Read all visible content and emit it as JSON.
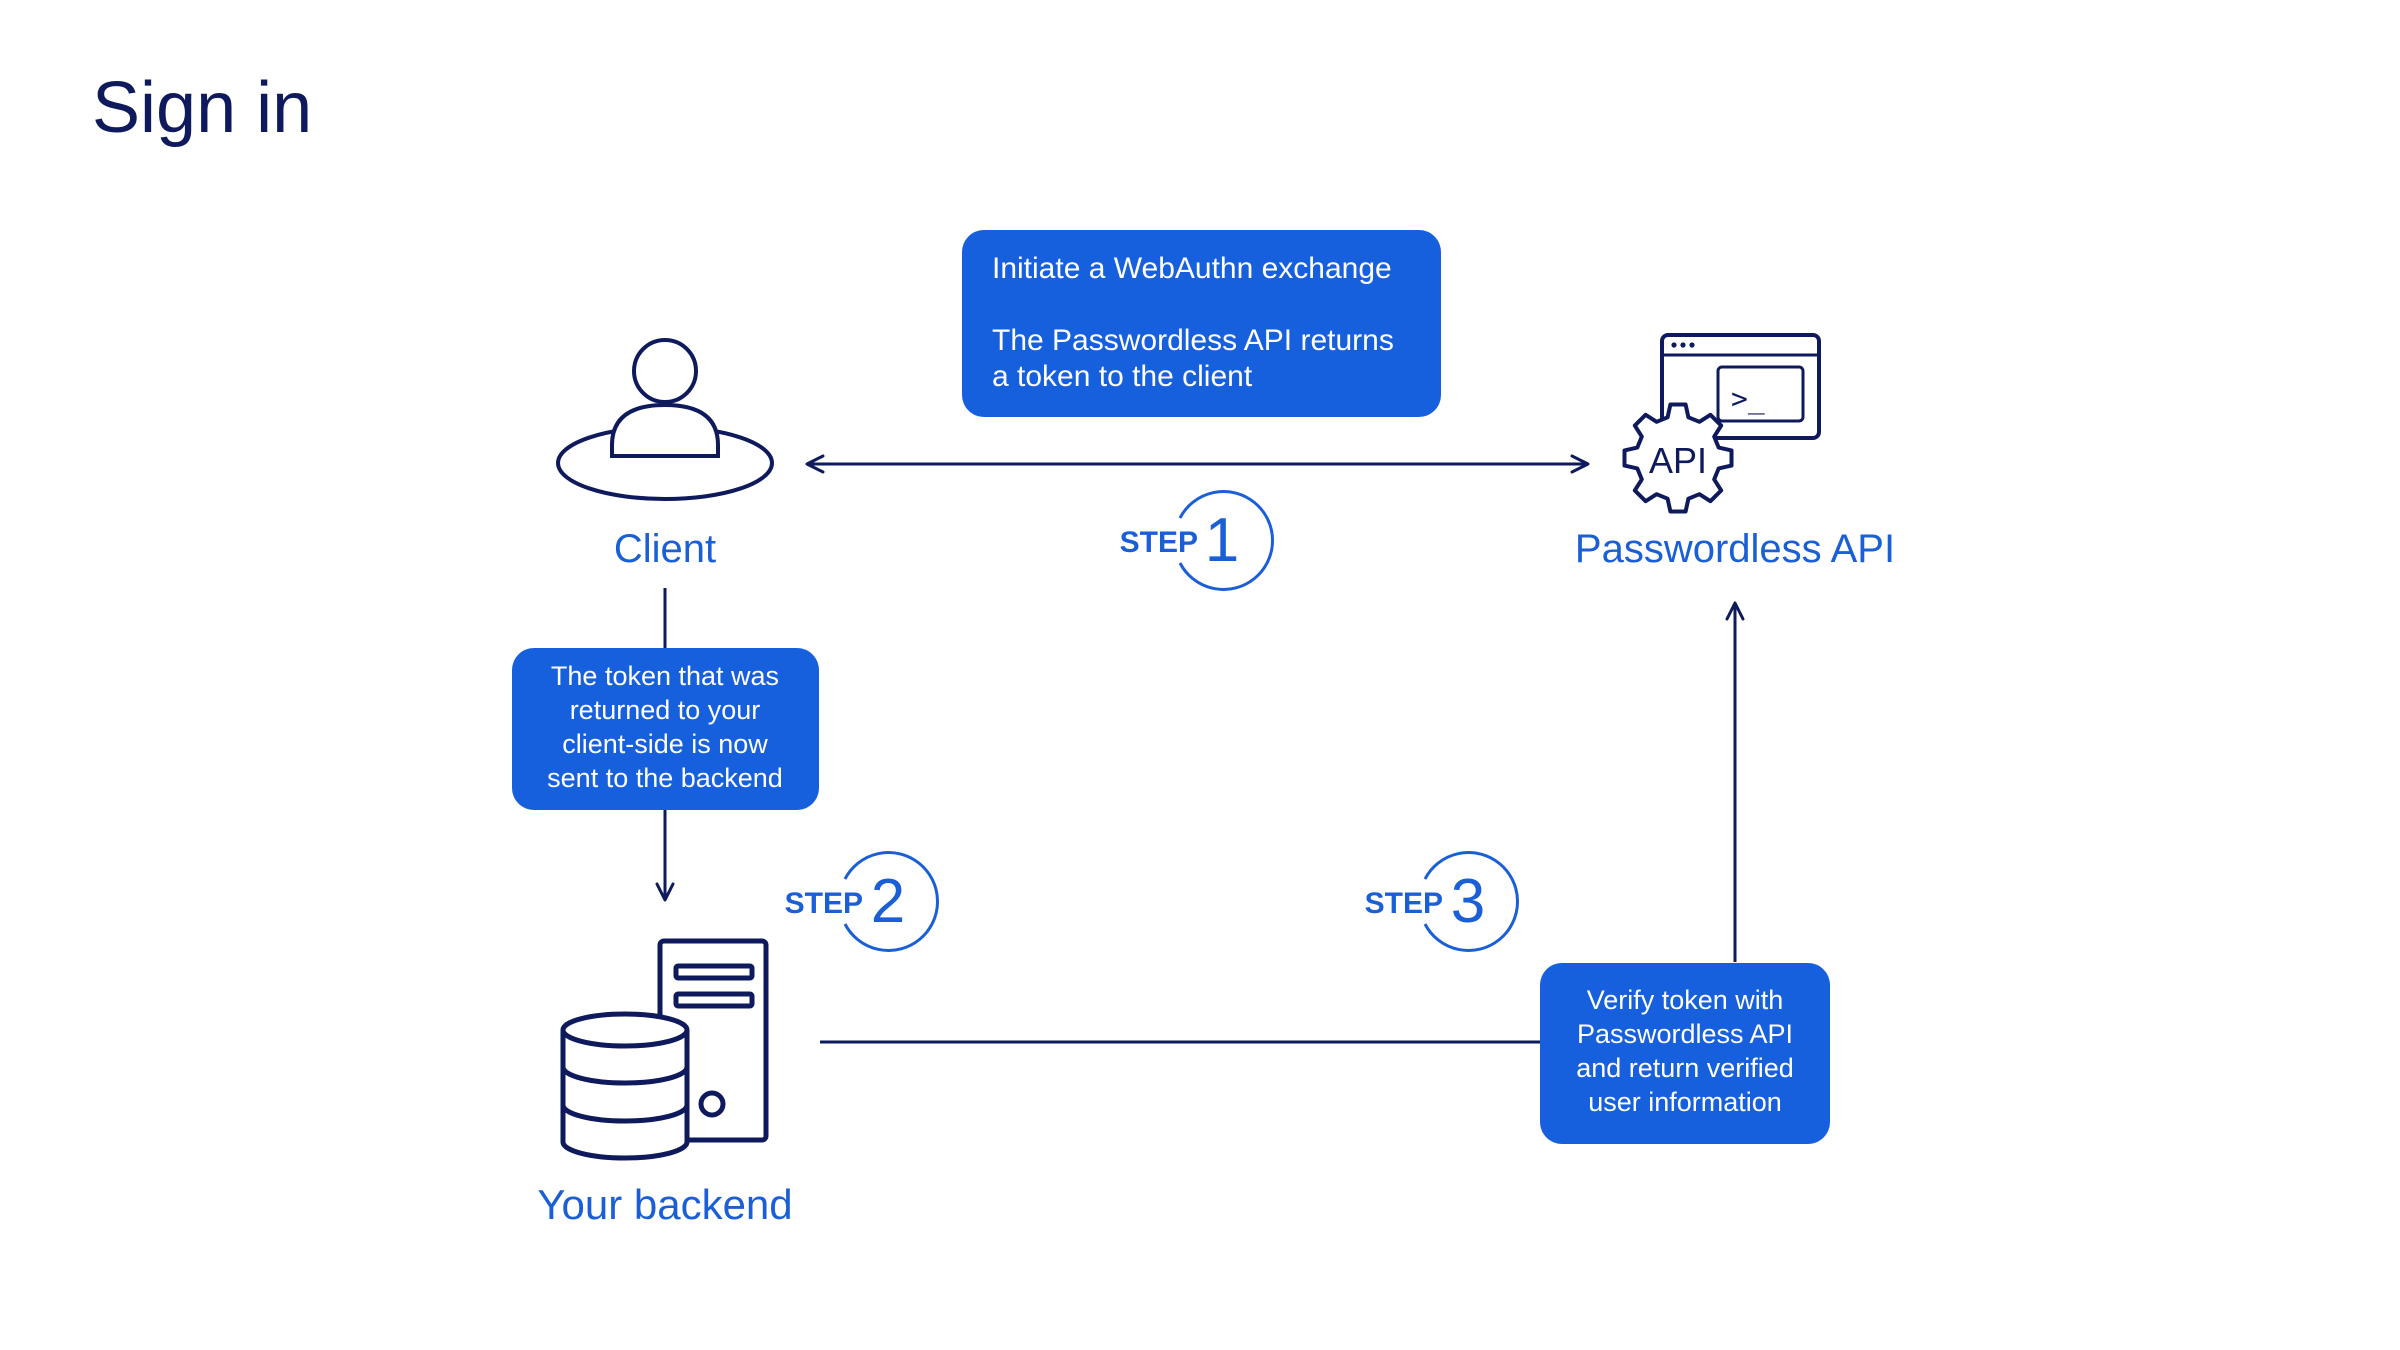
{
  "page": {
    "title": "Sign in"
  },
  "colors": {
    "navy": "#0e1a5c",
    "accent_blue": "#1a5fd6",
    "box_fill": "#1660de",
    "box_text": "#ffffff",
    "background": "#ffffff"
  },
  "nodes": {
    "client": {
      "label": "Client",
      "icon": "user-icon"
    },
    "api": {
      "label": "Passwordless API",
      "icon": "api-gear-terminal-icon",
      "icon_text": "API",
      "prompt_text": ">_"
    },
    "backend": {
      "label": "Your backend",
      "icon": "database-server-icon"
    }
  },
  "callouts": {
    "step1": {
      "line1": "Initiate a WebAuthn exchange",
      "line2": "The Passwordless API returns",
      "line3": "a token to the client"
    },
    "step2": {
      "line1": "The token that was",
      "line2": "returned to your",
      "line3": "client-side is now",
      "line4": "sent to the backend"
    },
    "step3": {
      "line1": "Verify token with",
      "line2": "Passwordless API",
      "line3": "and return verified",
      "line4": "user information"
    }
  },
  "steps": {
    "word": "STEP",
    "step1": "1",
    "step2": "2",
    "step3": "3"
  }
}
